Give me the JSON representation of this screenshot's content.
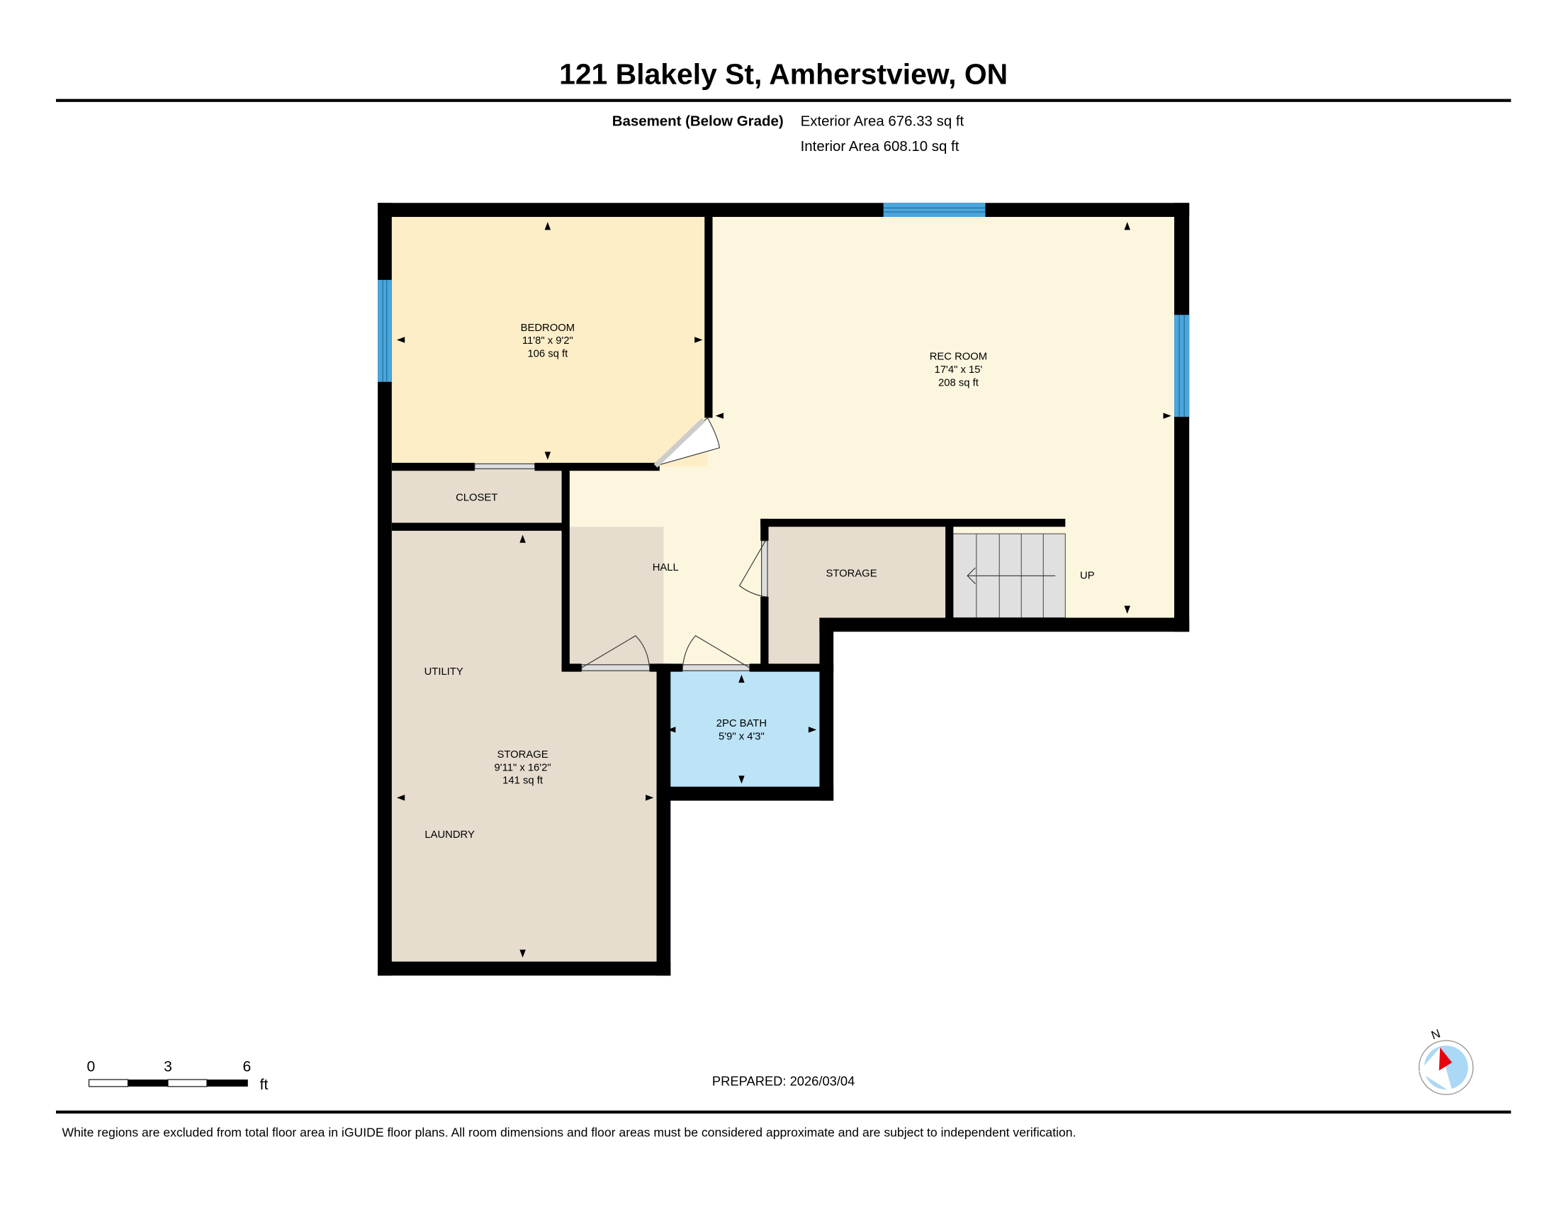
{
  "header": {
    "title": "121 Blakely St, Amherstview, ON",
    "floor_label": "Basement (Below Grade)",
    "exterior_area": "Exterior Area 676.33 sq ft",
    "interior_area": "Interior Area 608.10 sq ft"
  },
  "rooms": {
    "bedroom": {
      "name": "BEDROOM",
      "dims": "11'8\" x 9'2\"",
      "area": "106 sq ft"
    },
    "rec_room": {
      "name": "REC ROOM",
      "dims": "17'4\" x 15'",
      "area": "208 sq ft"
    },
    "closet": {
      "name": "CLOSET"
    },
    "hall": {
      "name": "HALL"
    },
    "storage_small": {
      "name": "STORAGE"
    },
    "stairs": {
      "label": "UP"
    },
    "utility": {
      "name": "UTILITY"
    },
    "storage_main": {
      "name": "STORAGE",
      "dims": "9'11\" x 16'2\"",
      "area": "141 sq ft"
    },
    "laundry": {
      "name": "LAUNDRY"
    },
    "bath": {
      "name": "2PC BATH",
      "dims": "5'9\" x 4'3\""
    }
  },
  "scale_bar": {
    "ticks": [
      "0",
      "3",
      "6"
    ],
    "unit": "ft"
  },
  "prepared": "PREPARED: 2026/03/04",
  "compass": {
    "label": "N"
  },
  "footer": {
    "disclaimer": "White regions are excluded from total floor area in iGUIDE floor plans. All room dimensions and floor areas must be considered approximate and are subject to independent verification."
  },
  "colors": {
    "bedroom": "#fdeec8",
    "rec": "#fdf6df",
    "storage": "#e6ddcf",
    "bath": "#bde3f7",
    "window": "#4aa6dc"
  }
}
